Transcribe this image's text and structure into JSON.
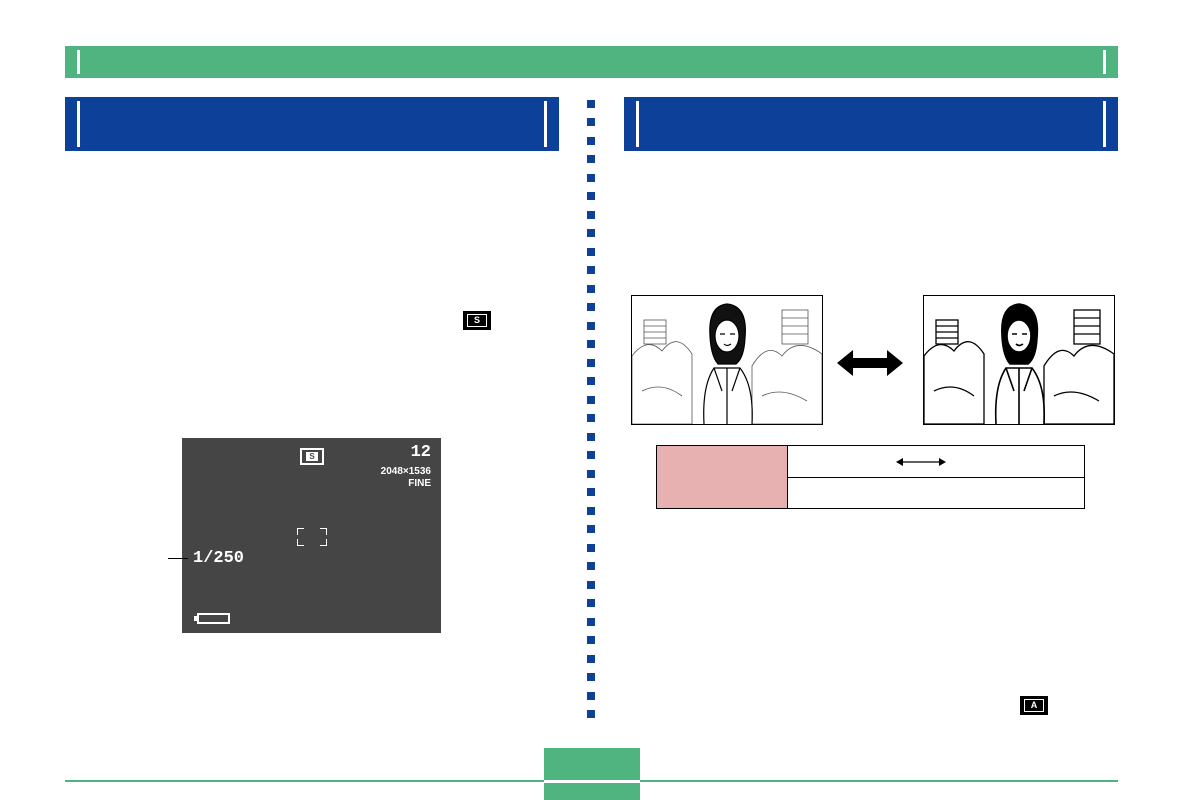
{
  "left_icon": {
    "label": "S"
  },
  "lcd": {
    "mode_icon": "S",
    "shots_remaining": "12",
    "resolution": "2048×1536",
    "quality": "FINE",
    "shutter_speed": "1/250"
  },
  "right_bottom_icon": {
    "label": "A"
  },
  "colors": {
    "header_blue": "#0c4099",
    "accent_green": "#4fb47f",
    "table_pink": "#e8b1b1",
    "lcd_gray": "#454545"
  }
}
